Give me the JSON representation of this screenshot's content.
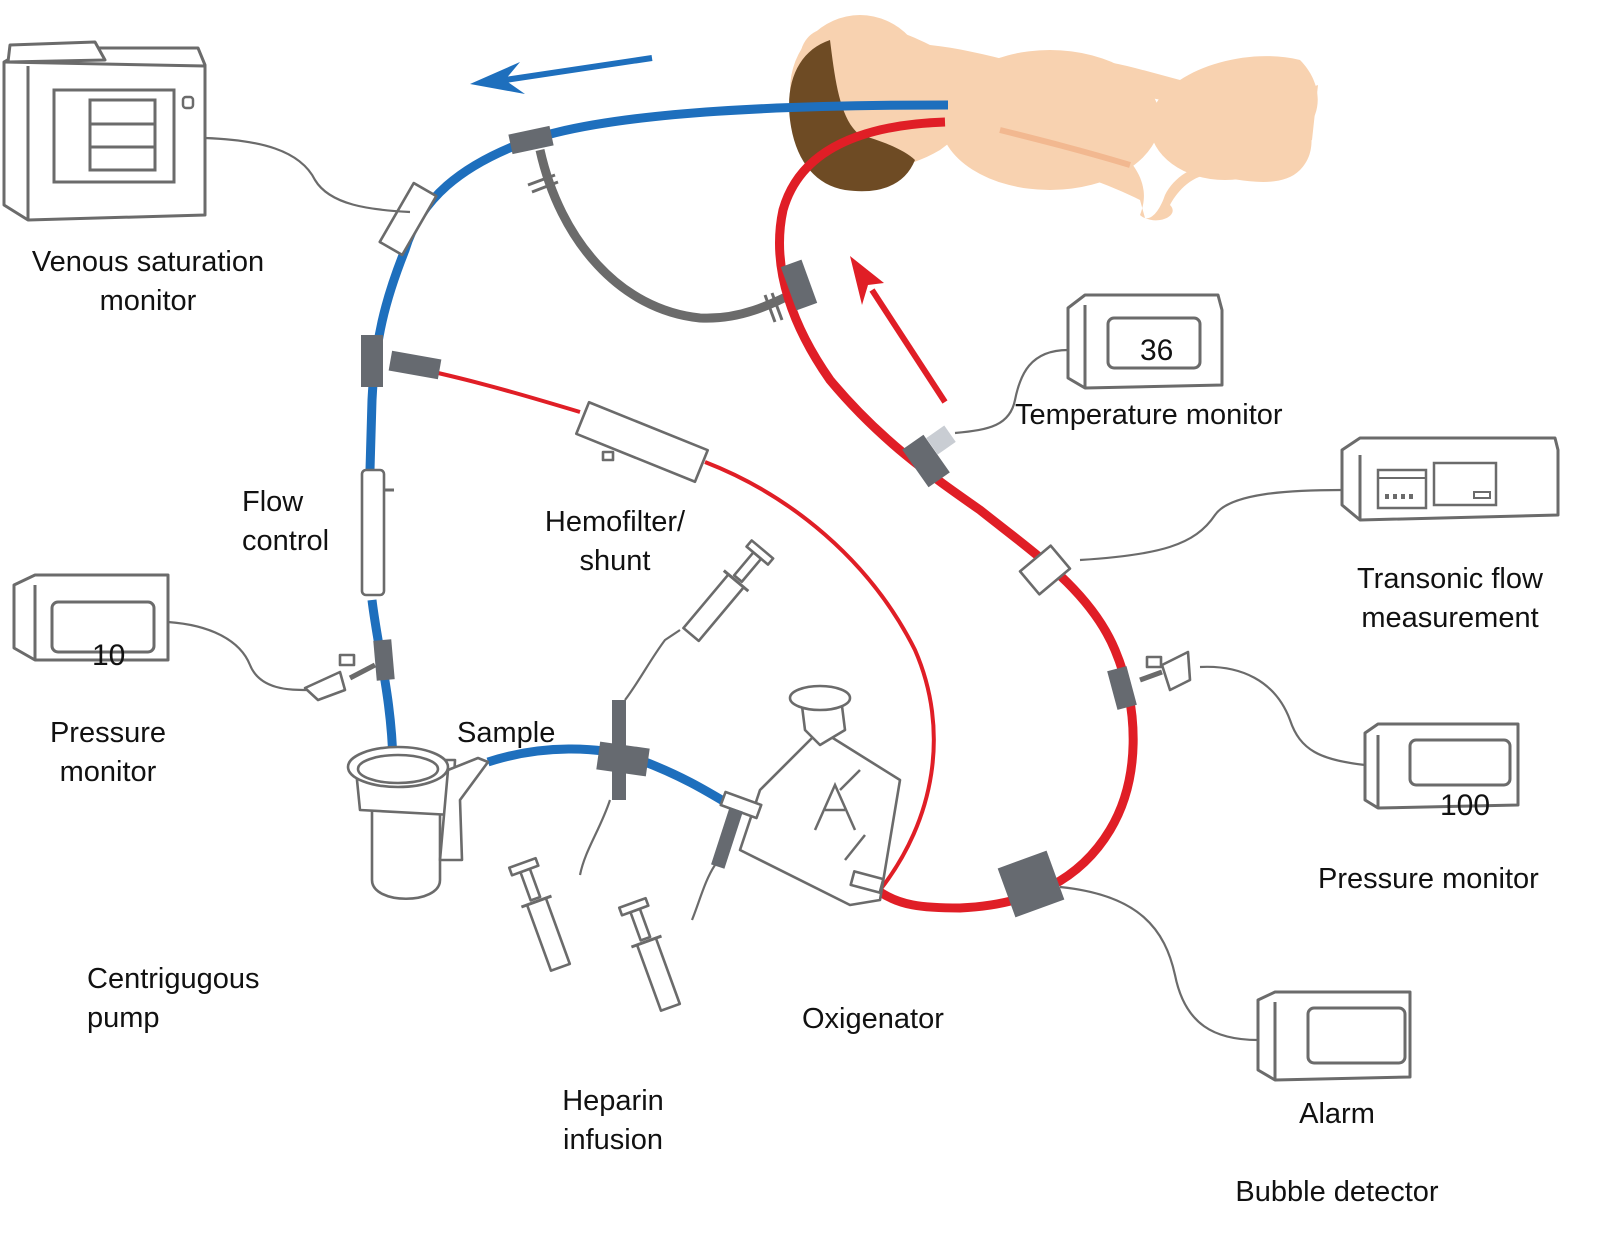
{
  "figure": {
    "title": "ECMO circuit schematic",
    "colors": {
      "venous_line": "#1e6fbd",
      "arterial_line": "#e01e26",
      "bridge_line": "#6b6b6b",
      "connector": "#666a70",
      "device_outline": "#6b6b6b",
      "skin": "#f8d2b0",
      "hair": "#6e4b24",
      "text": "#111111"
    }
  },
  "labels": {
    "venous_saturation_monitor": [
      "Venous saturation",
      "monitor"
    ],
    "flow_control": [
      "Flow",
      "control"
    ],
    "pressure_monitor_left": [
      "Pressure",
      "monitor"
    ],
    "centrifugal_pump": [
      "Centrigugous",
      "pump"
    ],
    "hemofilter": [
      "Hemofilter/",
      "shunt"
    ],
    "sample": "Sample",
    "heparin_infusion": [
      "Heparin",
      "infusion"
    ],
    "oxygenator": "Oxigenator",
    "temperature_monitor": "Temperature monitor",
    "transonic_flow": [
      "Transonic flow",
      "measurement"
    ],
    "pressure_monitor_right": "Pressure monitor",
    "alarm": "Alarm",
    "bubble_detector": "Bubble detector"
  },
  "readouts": {
    "temperature": "36",
    "pressure_left": "10",
    "pressure_right": "100"
  },
  "flow_arrows": {
    "venous_direction": "left",
    "arterial_direction": "up"
  }
}
